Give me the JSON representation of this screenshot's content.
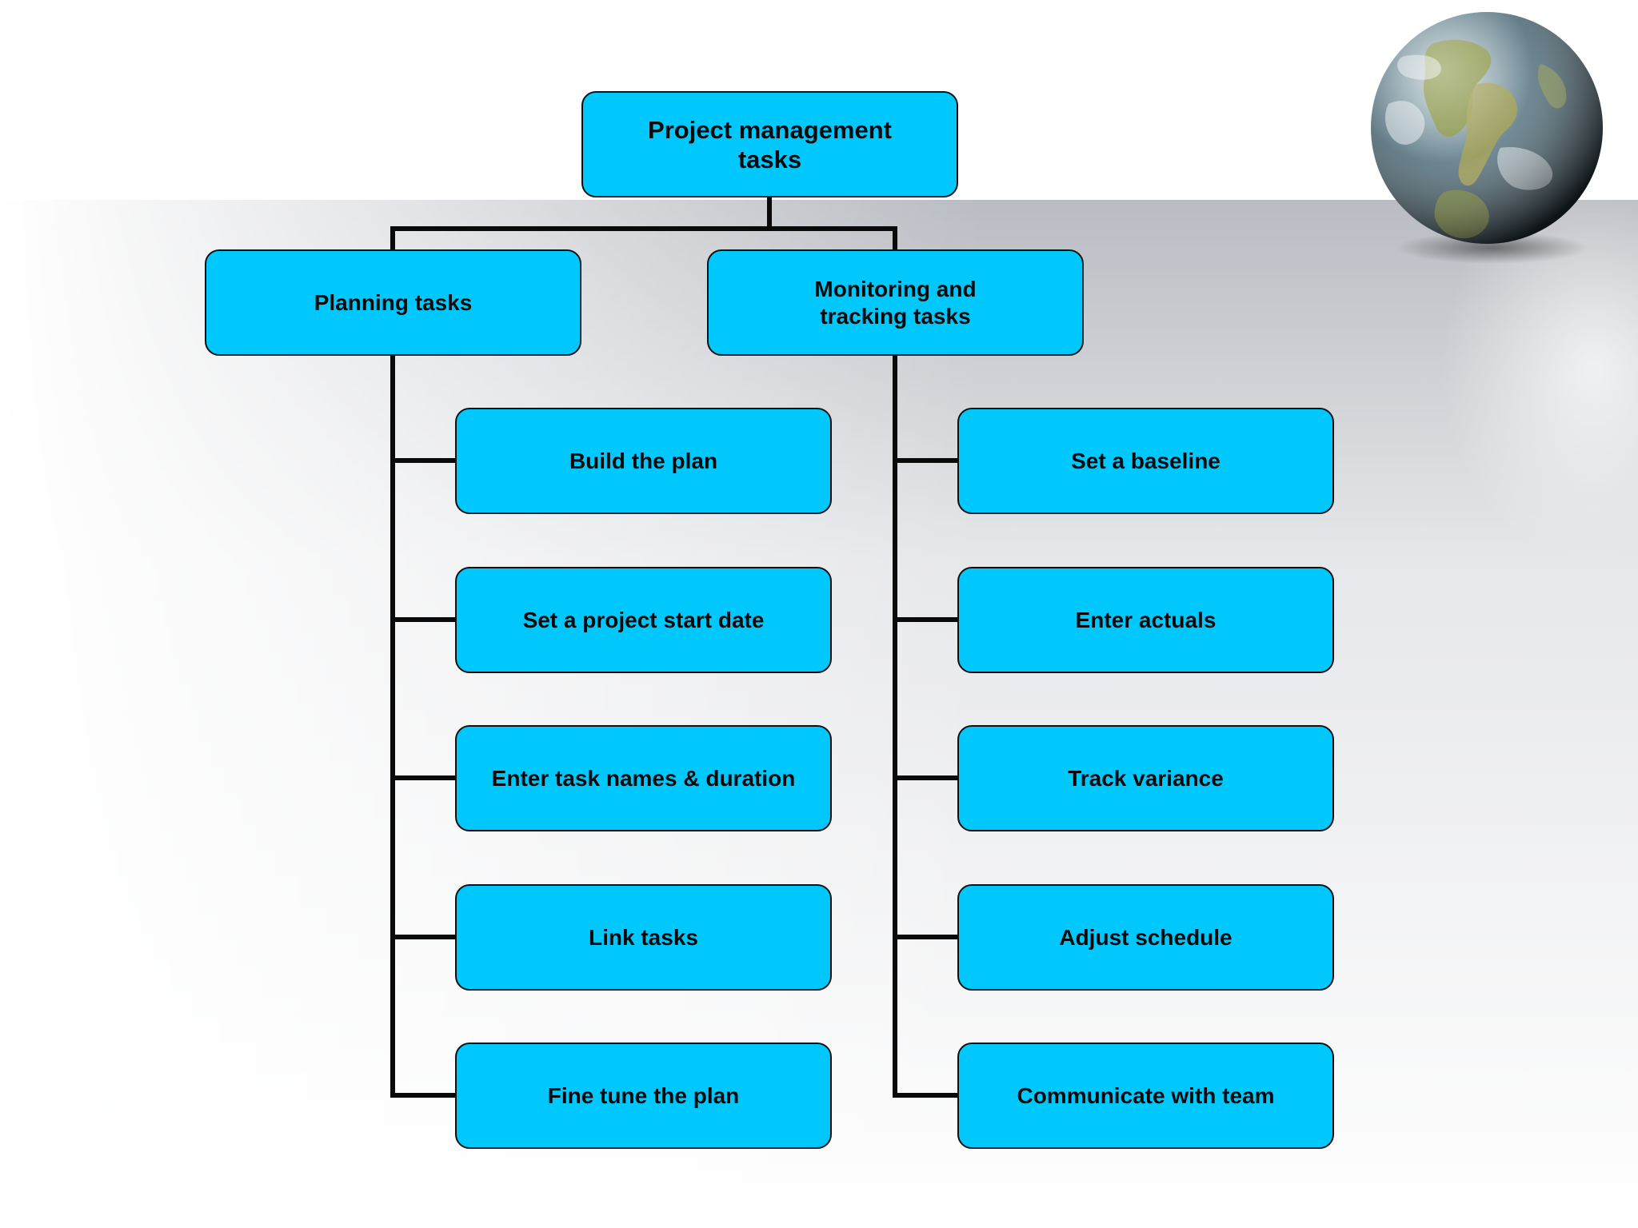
{
  "diagram": {
    "root": {
      "label": "Project management\ntasks"
    },
    "branches": [
      {
        "label": "Planning tasks",
        "children": [
          "Build the plan",
          "Set a project start date",
          "Enter task names & duration",
          "Link tasks",
          "Fine tune the plan"
        ]
      },
      {
        "label": "Monitoring and\ntracking tasks",
        "children": [
          "Set a baseline",
          "Enter actuals",
          "Track variance",
          "Adjust schedule",
          "Communicate with team"
        ]
      }
    ]
  },
  "colors": {
    "node_fill": "#00c8fc",
    "node_border": "#111111",
    "connector": "#0a0a0a"
  },
  "decoration": {
    "globe": "globe-icon"
  }
}
